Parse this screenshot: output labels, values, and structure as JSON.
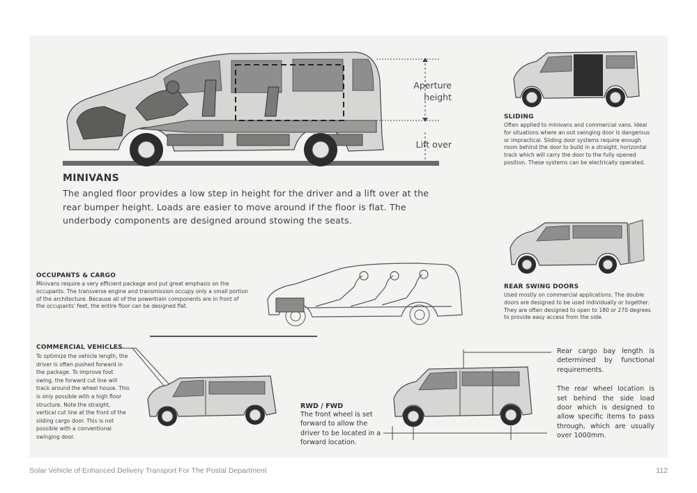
{
  "minivans": {
    "aperture_label_1": "Aperture",
    "aperture_label_2": "height",
    "lift_over_label": "Lift over",
    "heading": "MINIVANS",
    "text": "The angled floor provides a low step in height for the driver and a lift over at the rear bumper height. Loads are easier to move around if the floor is flat. The underbody components are designed around stowing the seats."
  },
  "sliding": {
    "heading": "SLIDING",
    "text": "Often applied to minivans and commercial vans. Ideal for situations where an out swinging door is dangerous or impractical. Sliding door systems require enough room behind the door to build in a straight, horizontal track which will carry the door to the fully opened position. These systems can be electrically operated."
  },
  "occupants": {
    "heading": "OCCUPANTS & CARGO",
    "text": "Minivans require a very efficient package and put great emphasis on the occupants. The transverse engine and transmission occupy only a small portion of the architecture. Because all of the powertrain components are in front of the occupants' feet, the entire floor can be designed flat."
  },
  "rear_swing": {
    "heading": "REAR SWING DOORS",
    "text": "Used mostly on commercial applications. The double doors are designed to be used individually or together. They are often designed to open to 180 or 270 degrees to provide easy access from the side."
  },
  "commercial": {
    "heading": "COMMERCIAL VEHICLES",
    "text": "To optimize the vehicle length, the driver is often pushed forward in the package. To improve foot swing, the forward cut line will track around the wheel house. This is only possible with a high floor structure. Note the straight, vertical cut line at the front of the sliding cargo door. This is not possible with a conventional swinging door."
  },
  "rwd": {
    "heading": "RWD / FWD",
    "text": "The front wheel is set forward to allow the driver to be located in a forward location."
  },
  "cargo_bay": {
    "text1": "Rear cargo bay length is determined by functional requirements.",
    "text2": "The rear wheel location is set behind the side load door which is designed to allow specific items to pass through, which are usually over 1000mm."
  },
  "footer": {
    "title": "Solar Vehicle of Enhanced Delivery Transport For The Postal Department",
    "page_number": "112"
  }
}
